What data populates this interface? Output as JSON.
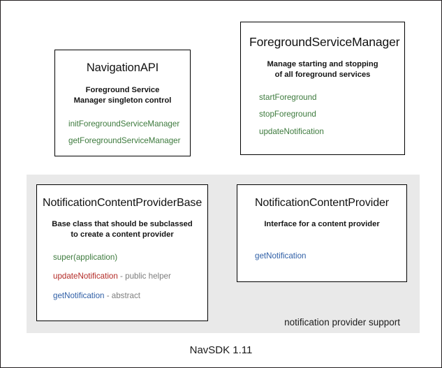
{
  "diagram": {
    "footer": "NavSDK 1.11",
    "group_panel": {
      "label": "notification provider support"
    },
    "boxes": [
      {
        "id": "navigation-api",
        "title": "NavigationAPI",
        "desc_line1": "Foreground Service",
        "desc_line2": "Manager singleton control",
        "methods": [
          {
            "name": "initForegroundServiceManager",
            "note": ""
          },
          {
            "name": "getForegroundServiceManager",
            "note": ""
          }
        ]
      },
      {
        "id": "foreground-service-manager",
        "title": "ForegroundServiceManager",
        "desc_line1": "Manage starting and stopping",
        "desc_line2": "of all foreground services",
        "methods": [
          {
            "name": "startForeground",
            "note": ""
          },
          {
            "name": "stopForeground",
            "note": ""
          },
          {
            "name": "updateNotification",
            "note": ""
          }
        ]
      },
      {
        "id": "notification-content-provider-base",
        "title": "NotificationContentProviderBase",
        "desc_line1": "Base class that should be subclassed",
        "desc_line2": "to create a content provider",
        "methods": [
          {
            "name": "super(application)",
            "note": ""
          },
          {
            "name": "updateNotification",
            "note": " - public helper"
          },
          {
            "name": "getNotification",
            "note": " - abstract"
          }
        ]
      },
      {
        "id": "notification-content-provider",
        "title": "NotificationContentProvider",
        "desc_line1": "Interface for a content provider",
        "desc_line2": "",
        "methods": [
          {
            "name": "getNotification",
            "note": ""
          }
        ]
      }
    ],
    "colors": {
      "method_green": "#3d7a3d",
      "method_red": "#b32a26",
      "method_blue": "#2f5fa6",
      "method_note_gray": "#7d7d7d",
      "panel_gray": "#e9e9e9",
      "border_black": "#000000"
    }
  }
}
